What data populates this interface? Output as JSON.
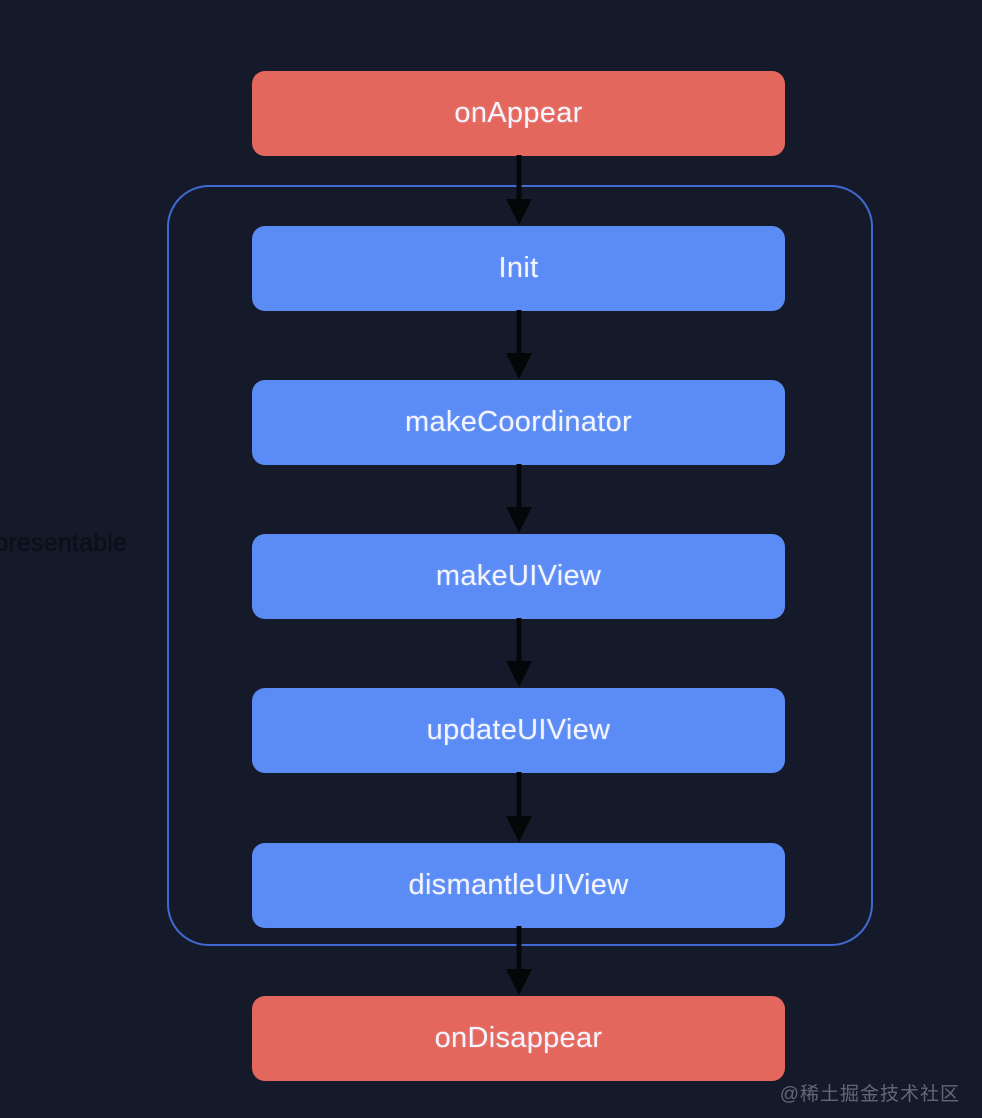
{
  "diagram": {
    "background_color": "#151a2b",
    "side_label": "UIViewRepresentable",
    "container": {
      "name": "representable-lifecycle-group",
      "border_color": "#3f6ad1"
    },
    "colors": {
      "red_node": "#e4675d",
      "blue_node": "#5b8cf5",
      "node_text": "#f4f5ff",
      "arrow": "#050608"
    },
    "nodes": [
      {
        "id": "onAppear",
        "label": "onAppear",
        "color": "red",
        "inside_container": false
      },
      {
        "id": "init",
        "label": "Init",
        "color": "blue",
        "inside_container": true
      },
      {
        "id": "makeCoordinator",
        "label": "makeCoordinator",
        "color": "blue",
        "inside_container": true
      },
      {
        "id": "makeUIView",
        "label": "makeUIView",
        "color": "blue",
        "inside_container": true
      },
      {
        "id": "updateUIView",
        "label": "updateUIView",
        "color": "blue",
        "inside_container": true
      },
      {
        "id": "dismantleUIView",
        "label": "dismantleUIView",
        "color": "blue",
        "inside_container": true
      },
      {
        "id": "onDisappear",
        "label": "onDisappear",
        "color": "red",
        "inside_container": false
      }
    ],
    "arrows": [
      {
        "from": "onAppear",
        "to": "init"
      },
      {
        "from": "init",
        "to": "makeCoordinator"
      },
      {
        "from": "makeCoordinator",
        "to": "makeUIView"
      },
      {
        "from": "makeUIView",
        "to": "updateUIView"
      },
      {
        "from": "updateUIView",
        "to": "dismantleUIView"
      },
      {
        "from": "dismantleUIView",
        "to": "onDisappear"
      }
    ],
    "watermark": "@稀土掘金技术社区"
  }
}
